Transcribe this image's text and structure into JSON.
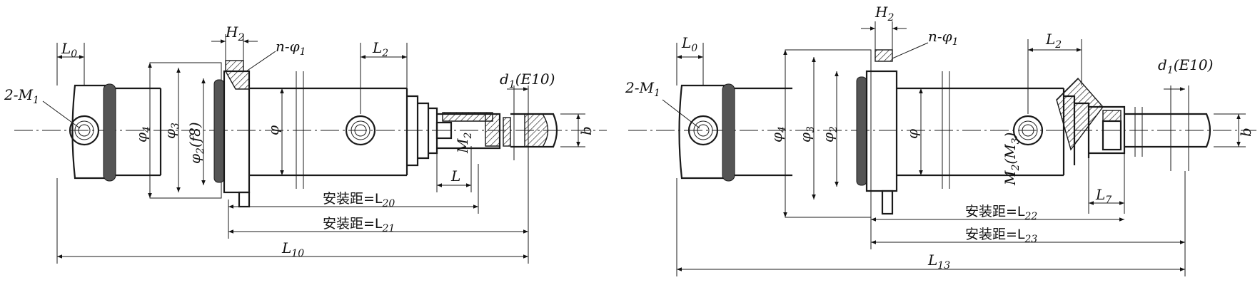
{
  "figure_left": {
    "ports_label": "2-M",
    "ports_sub": "1",
    "L0": "L",
    "L0_sub": "0",
    "H2": "H",
    "H2_sub": "2",
    "holes_label": "n-φ",
    "holes_sub": "1",
    "L2": "L",
    "L2_sub": "2",
    "d1": "d",
    "d1_sub": "1",
    "d1_tol": "(E10)",
    "phi4": "φ",
    "phi4_sub": "4",
    "phi3": "φ",
    "phi3_sub": "3",
    "phi2": "φ",
    "phi2_sub": "2",
    "phi2_tol": "(f8)",
    "phi": "φ",
    "M2": "M",
    "M2_sub": "2",
    "b": "b",
    "L": "L",
    "install_prefix": "安装距=L",
    "L20_sub": "20",
    "L21_sub": "21",
    "L10": "L",
    "L10_sub": "10"
  },
  "figure_right": {
    "ports_label": "2-M",
    "ports_sub": "1",
    "L0": "L",
    "L0_sub": "0",
    "H2": "H",
    "H2_sub": "2",
    "holes_label": "n-φ",
    "holes_sub": "1",
    "L2": "L",
    "L2_sub": "2",
    "d1": "d",
    "d1_sub": "1",
    "d1_tol": "(E10)",
    "phi4": "φ",
    "phi4_sub": "4",
    "phi3": "φ",
    "phi3_sub": "3",
    "phi2": "φ",
    "phi2_sub": "2",
    "phi": "φ",
    "M2M3": "M",
    "M2M3_sub": "2",
    "M2M3_paren": "(M",
    "M2M3_paren_sub": "3",
    "M2M3_close": ")",
    "b": "b",
    "L7": "L",
    "L7_sub": "7",
    "install_prefix": "安装距=L",
    "L22_sub": "22",
    "L23_sub": "23",
    "L13": "L",
    "L13_sub": "13"
  }
}
